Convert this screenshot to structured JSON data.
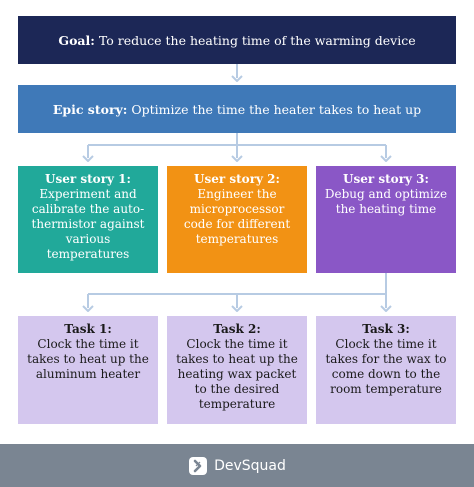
{
  "goal": {
    "label": "Goal:",
    "text": "To reduce the heating time of the warming device"
  },
  "epic": {
    "label": "Epic story:",
    "text": "Optimize the time the heater takes to heat up"
  },
  "user_stories": [
    {
      "title": "User story 1:",
      "text": "Experiment and calibrate the auto-thermistor against various temperatures"
    },
    {
      "title": "User story 2:",
      "text": "Engineer the microprocessor code for different temperatures"
    },
    {
      "title": "User story 3:",
      "text": "Debug and optimize the heating time"
    }
  ],
  "tasks": [
    {
      "title": "Task 1:",
      "text": "Clock the time it takes to heat up the aluminum heater"
    },
    {
      "title": "Task 2:",
      "text": "Clock the time it takes to heat up the heating wax packet to the desired temperature"
    },
    {
      "title": "Task 3:",
      "text": "Clock the time it takes for the wax to come down to the room temperature"
    }
  ],
  "footer": {
    "brand": "DevSquad"
  },
  "colors": {
    "goal": "#1c2756",
    "epic": "#3f79b8",
    "story1": "#21a99a",
    "story2": "#f29214",
    "story3": "#8a57c6",
    "task": "#d4c7ee",
    "connector": "#b7cbe3",
    "footer": "#7a8592"
  },
  "icons": {
    "brand_logo": "devsquad-logo-icon"
  }
}
